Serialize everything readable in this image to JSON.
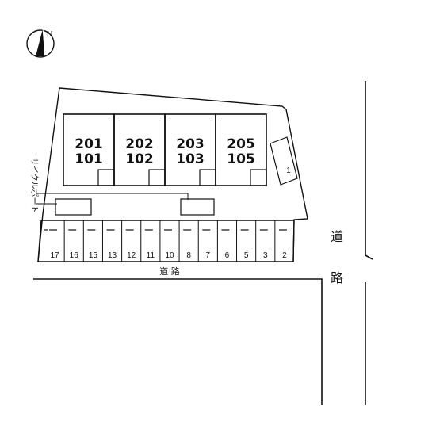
{
  "units": [
    {
      "upper": "201",
      "lower": "101"
    },
    {
      "upper": "202",
      "lower": "102"
    },
    {
      "upper": "203",
      "lower": "103"
    },
    {
      "upper": "205",
      "lower": "105"
    }
  ],
  "parking_slots": [
    "17",
    "16",
    "15",
    "13",
    "12",
    "11",
    "10",
    "8",
    "7",
    "6",
    "5",
    "3",
    "2"
  ],
  "parking_slot_right": "1",
  "cycle_port_label": "サイクルポート",
  "road_bottom_label": "道 路",
  "road_right_chars": [
    "道",
    "路"
  ],
  "north_icon": "north-arrow-icon"
}
